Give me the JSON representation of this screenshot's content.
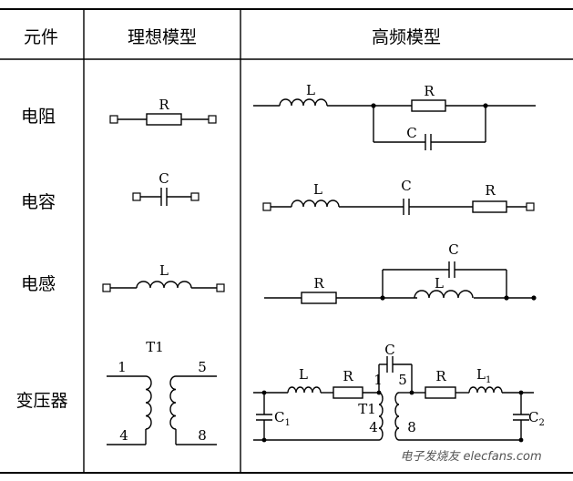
{
  "table": {
    "headers": {
      "component": "元件",
      "ideal": "理想模型",
      "high_freq": "高频模型"
    },
    "rows": [
      {
        "component": "电阻"
      },
      {
        "component": "电容"
      },
      {
        "component": "电感"
      },
      {
        "component": "变压器"
      }
    ]
  },
  "labels": {
    "R": "R",
    "C": "C",
    "L": "L",
    "T1": "T1",
    "L1_main": "L",
    "L1_sub": "1",
    "C1_main": "C",
    "C1_sub": "1",
    "C2_main": "C",
    "C2_sub": "2",
    "pin1": "1",
    "pin4": "4",
    "pin5": "5",
    "pin8": "8"
  },
  "watermark": "电子发烧友 elecfans.com"
}
